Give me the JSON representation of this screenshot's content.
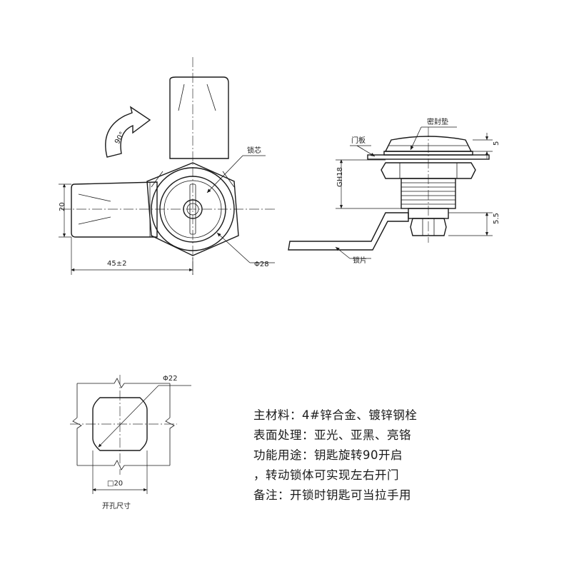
{
  "labels": {
    "rotation": "90°",
    "lock_core": "锁芯",
    "seal_pad": "密封垫",
    "door_panel": "门板",
    "lock_plate": "锁片",
    "thread": "GH18",
    "dim_height": "20",
    "dim_length": "45±2",
    "dim_dia28": "Φ28",
    "dim_5": "5",
    "dim_55": "5.5",
    "cutout_dia": "Φ22",
    "cutout_square": "□20",
    "cutout_title": "开孔尺寸"
  },
  "specs": [
    "主材料：4#锌合金、镀锌钢栓",
    "表面处理：亚光、亚黑、亮铬",
    "功能用途：钥匙旋转90开启",
    "，转动锁体可实现左右开门",
    "备注：开锁时钥匙可当拉手用"
  ]
}
